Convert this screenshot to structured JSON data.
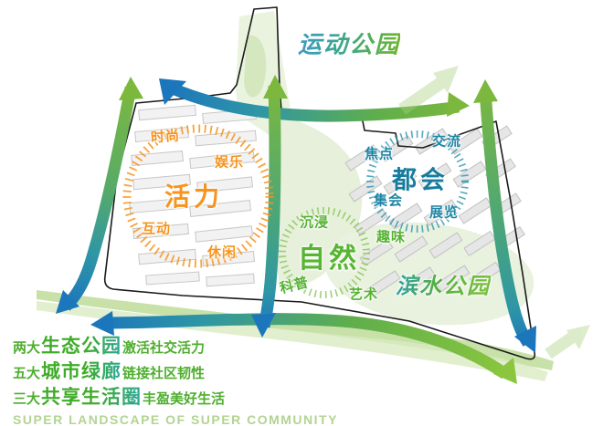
{
  "parks": {
    "sports": "运动公园",
    "waterfront": "滨水公园"
  },
  "zones": {
    "vitality": {
      "label": "活力",
      "keywords": [
        "时尚",
        "娱乐",
        "互动",
        "休闲"
      ]
    },
    "metropolis": {
      "label": "都会",
      "keywords": [
        "焦点",
        "交流",
        "集会",
        "展览"
      ]
    },
    "nature": {
      "label": "自然",
      "keywords": [
        "沉浸",
        "趣味",
        "科普",
        "艺术"
      ]
    }
  },
  "legend": {
    "lines": [
      {
        "prefix": "两大",
        "highlight": "生态公园",
        "suffix": "激活社交活力"
      },
      {
        "prefix": "五大",
        "highlight": "城市绿廊",
        "suffix": "链接社区韧性"
      },
      {
        "prefix": "三大",
        "highlight": "共享生活圈",
        "suffix": "丰盈美好生活"
      }
    ],
    "english": "SUPER LANDSCAPE OF SUPER COMMUNITY"
  },
  "colors": {
    "orange": "#F7941E",
    "teal": "#1F86A5",
    "green": "#56B233",
    "blue": "#1C76BC",
    "light_green": "#B3D493"
  }
}
